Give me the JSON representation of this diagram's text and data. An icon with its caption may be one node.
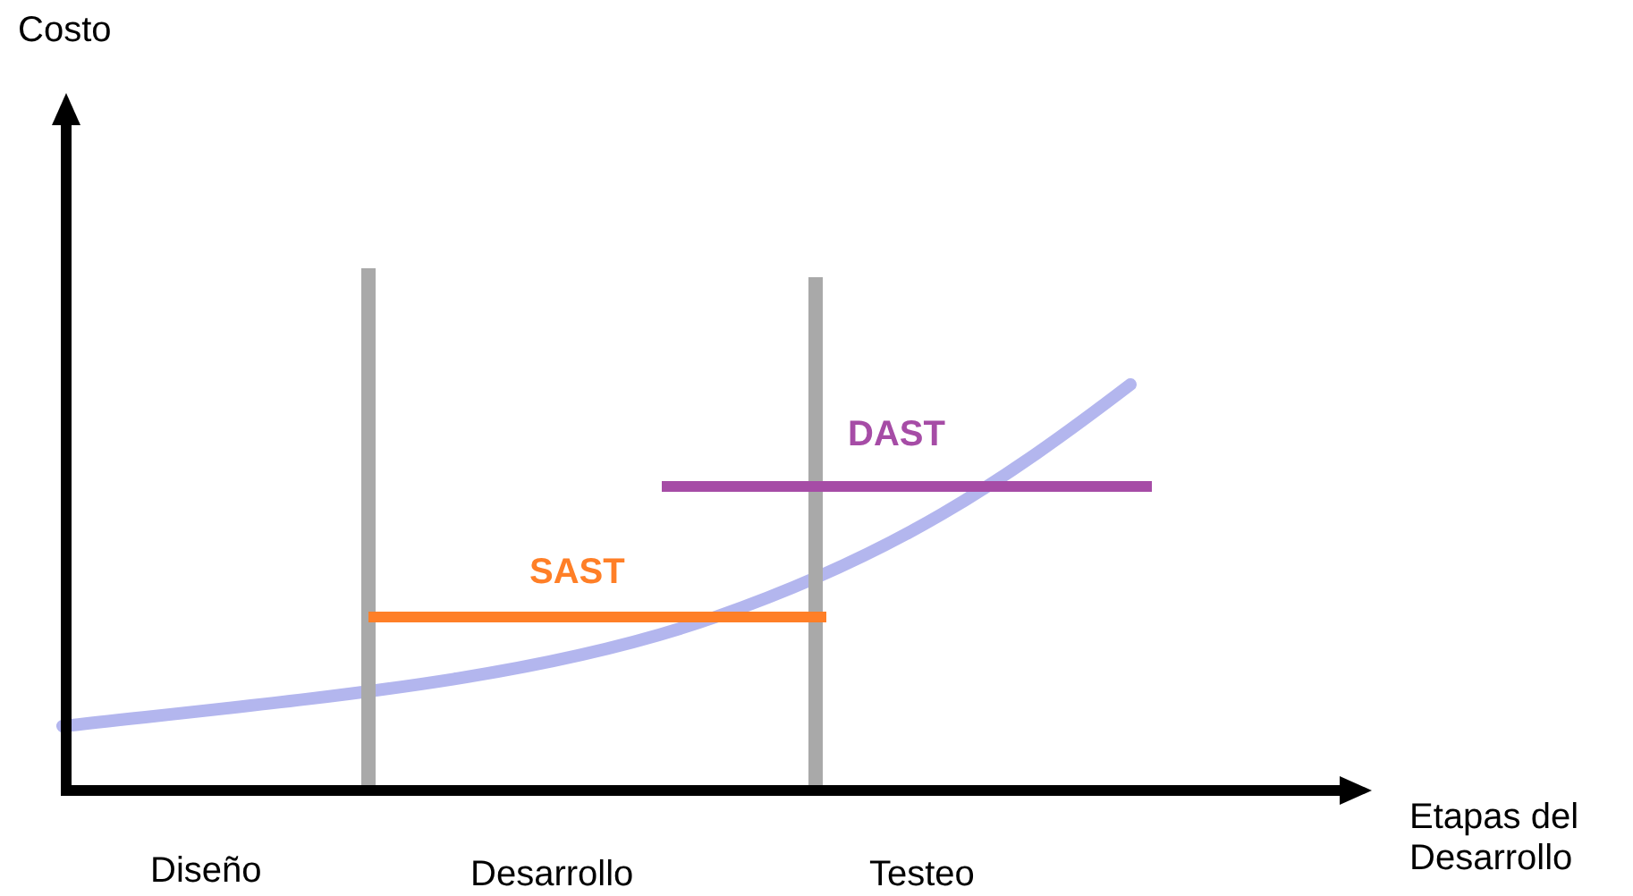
{
  "diagram": {
    "labels": [
      "Costo",
      "DAST",
      "SAST",
      "Etapas del Desarrollo",
      "Diseño",
      "Desarrollo",
      "Testeo"
    ]
  }
}
